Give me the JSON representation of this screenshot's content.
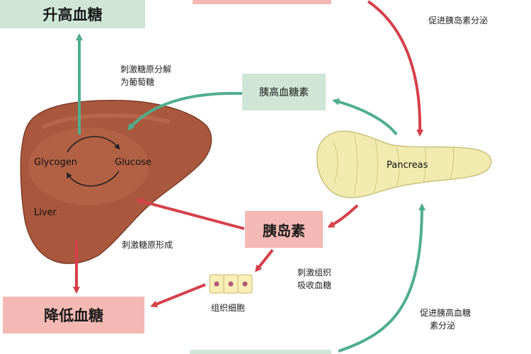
{
  "boxes": {
    "raise_glucose": "升高血糖",
    "glucagon": "胰高血糖素",
    "insulin": "胰岛素",
    "lower_glucose": "降低血糖"
  },
  "labels": {
    "promote_insulin": "促进胰岛素分泌",
    "stimulate_glycogenolysis_1": "刺激糖原分解",
    "stimulate_glycogenolysis_2": "为葡萄糖",
    "stimulate_glycogenesis": "刺激糖原形成",
    "stimulate_tissue_1": "刺激组织",
    "stimulate_tissue_2": "吸收血糖",
    "tissue_cells": "组织细胞",
    "promote_glucagon_1": "促进胰高血糖",
    "promote_glucagon_2": "素分泌"
  },
  "organs": {
    "glycogen": "Glycogen",
    "glucose": "Glucose",
    "liver": "Liver",
    "pancreas": "Pancreas"
  },
  "colors": {
    "green_arrow": "#4fae8c",
    "red_arrow": "#d6404a",
    "liver": "#a9573d",
    "pancreas": "#f2ebb0",
    "green_box": "#cfe6d6",
    "pink_box": "#f4b9b4"
  }
}
